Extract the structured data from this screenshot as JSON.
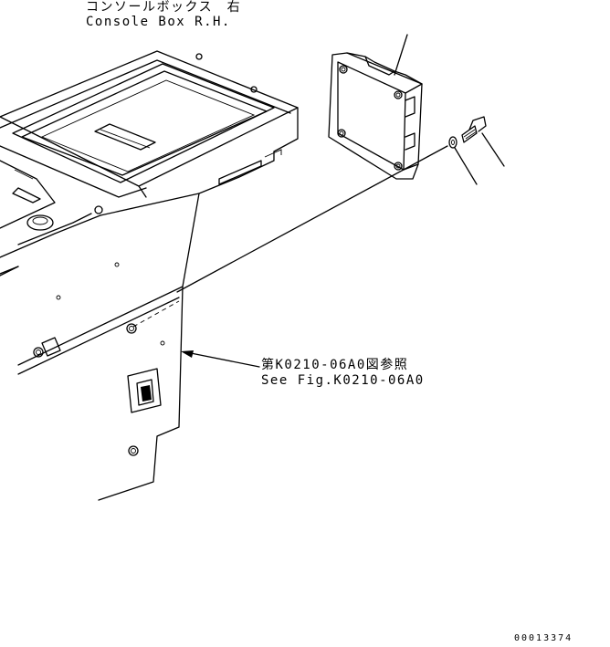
{
  "labels": {
    "console_box_jp": "コンソールボックス　右",
    "console_box_en": "Console Box R.H.",
    "reference_jp": "第K0210-06A0図参照",
    "reference_en": "See Fig.K0210-06A0",
    "drawing_number": "00013374"
  }
}
